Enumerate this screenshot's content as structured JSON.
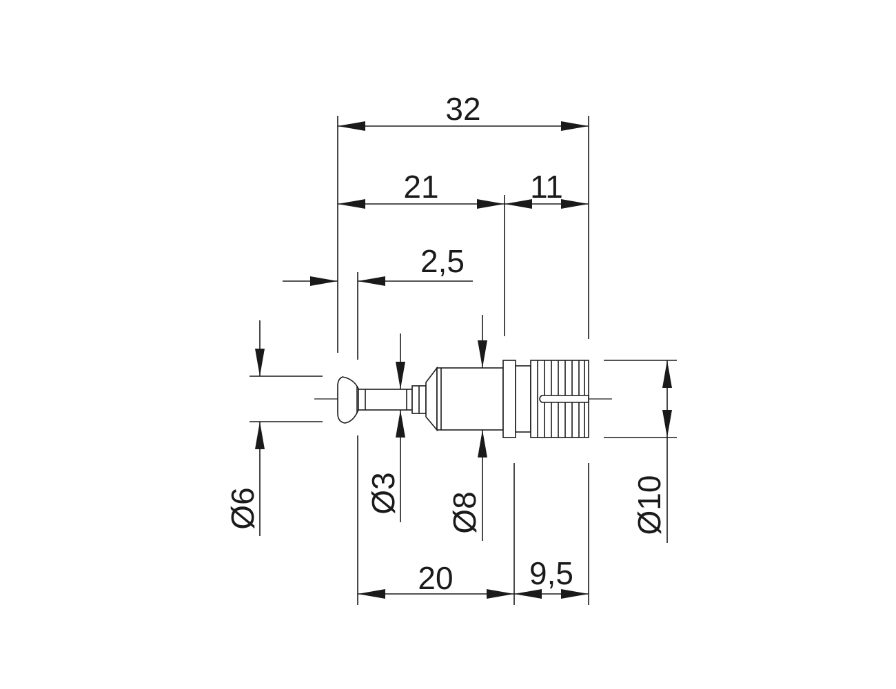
{
  "dimensions": {
    "overall_length": "32",
    "body_length": "21",
    "sleeve_length": "11",
    "head_offset": "2,5",
    "neck_to_collar": "20",
    "collar_to_end": "9,5",
    "head_diameter": "Ø6",
    "neck_diameter": "Ø3",
    "body_diameter": "Ø8",
    "sleeve_diameter": "Ø10"
  }
}
